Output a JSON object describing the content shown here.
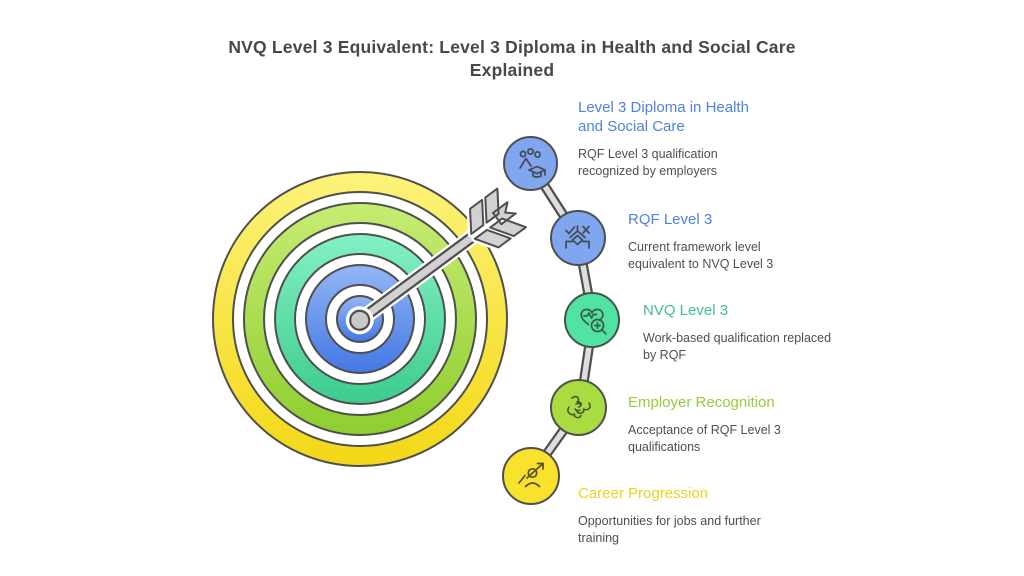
{
  "title": {
    "line1": "NVQ Level 3 Equivalent: Level 3 Diploma in Health and Social Care",
    "line2": "Explained"
  },
  "colors": {
    "title_text": "#484848",
    "body_text": "#4f4f4f",
    "outline": "#4f4f4f",
    "arrow_fill": "#d2d2d2",
    "connector_fill": "#dedede"
  },
  "target": {
    "ring_colors": [
      "#f4d816",
      "#8fce2f",
      "#3ecc8e",
      "#4478e4"
    ],
    "rings_from_outside_in": [
      "yellow",
      "lime-green",
      "mint-green",
      "blue"
    ]
  },
  "nodes": [
    {
      "heading": "Level 3 Diploma in Health and Social Care",
      "heading_color": "#4e82e4",
      "description": "RQF Level 3 qualification recognized by employers",
      "circle_color": "#7fa6ef",
      "icon": "graduates-group-icon"
    },
    {
      "heading": "RQF Level 3",
      "heading_color": "#4e82e4",
      "description": "Current framework level equivalent to NVQ Level 3",
      "circle_color": "#7fa6ef",
      "icon": "decision-check-x-icon"
    },
    {
      "heading": "NVQ Level 3",
      "heading_color": "#3fbf8c",
      "description": "Work-based qualification replaced by RQF",
      "circle_color": "#50e3a3",
      "icon": "health-heart-search-icon"
    },
    {
      "heading": "Employer Recognition",
      "heading_color": "#9aca3c",
      "description": "Acceptance of RQF Level 3 qualifications",
      "circle_color": "#a8dc40",
      "icon": "teamwork-hands-icon"
    },
    {
      "heading": "Career Progression",
      "heading_color": "#e9d41e",
      "description": "Opportunities for jobs and further training",
      "circle_color": "#f8e22b",
      "icon": "career-growth-person-icon"
    }
  ]
}
